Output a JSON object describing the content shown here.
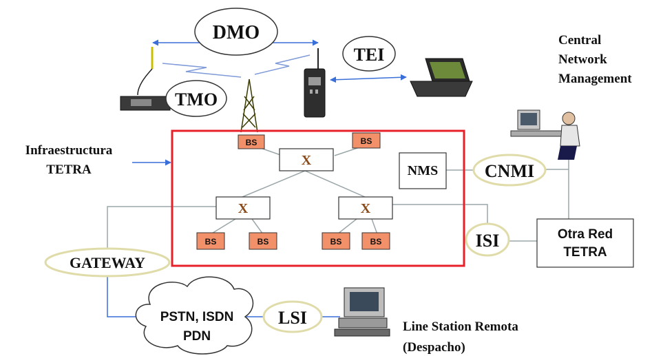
{
  "labels": {
    "dmo": "DMO",
    "tmo": "TMO",
    "tei": "TEI",
    "central_line1": "Central",
    "central_line2": "Network",
    "central_line3": "Management",
    "infra_line1": "Infraestructura",
    "infra_line2": "TETRA",
    "bs": "BS",
    "switch_symbol": "X",
    "nms": "NMS",
    "cnmi": "CNMI",
    "isi": "ISI",
    "otra_line1": "Otra Red",
    "otra_line2": "TETRA",
    "gateway": "GATEWAY",
    "pstn_line1": "PSTN, ISDN",
    "pstn_line2": "PDN",
    "lsi": "LSI",
    "line_station_line1": "Line Station Remota",
    "line_station_line2": "(Despacho)"
  },
  "colors": {
    "infra_border": "#e8202a",
    "bs_fill": "#f29069",
    "link_blue": "#3a6fd8",
    "link_gray": "#9aa6a8",
    "oval_border": "#e0dcaa",
    "antenna_green": "#c8c000"
  }
}
